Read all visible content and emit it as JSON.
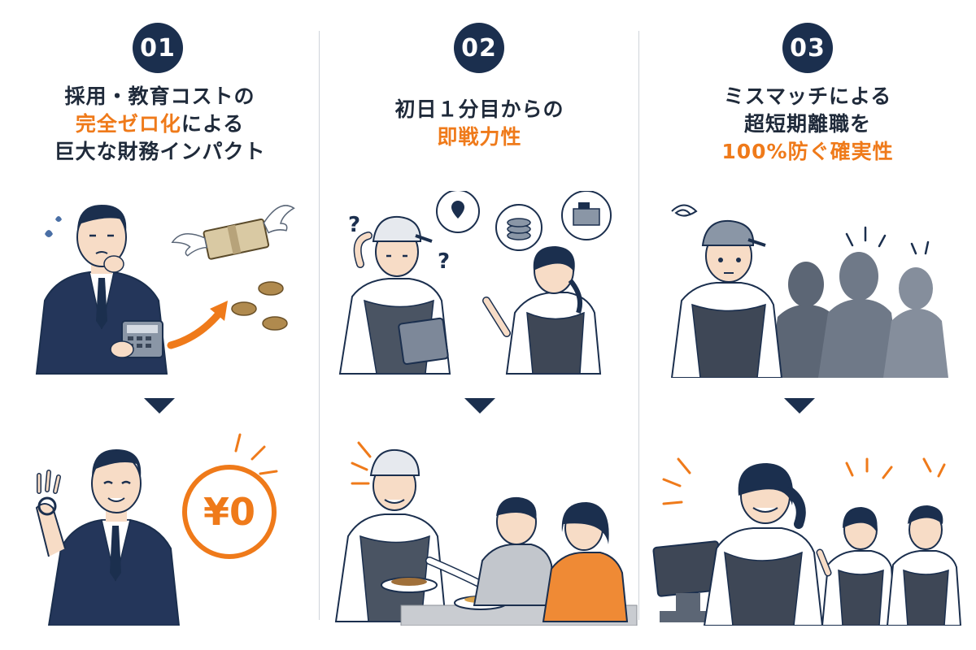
{
  "panels": [
    {
      "number": "01",
      "heading": [
        "採用・教育コストの",
        "完全ゼロ化",
        "による",
        "巨大な財務インパクト"
      ],
      "result_label": "¥0"
    },
    {
      "number": "02",
      "heading": [
        "初日１分目からの",
        "即戦力性"
      ]
    },
    {
      "number": "03",
      "heading": [
        "ミスマッチによる",
        "超短期離職を",
        "100%防ぐ確実性"
      ]
    }
  ],
  "colors": {
    "navy": "#1b2f4e",
    "accent_orange": "#ef7a1a",
    "divider": "#cfd4da"
  }
}
